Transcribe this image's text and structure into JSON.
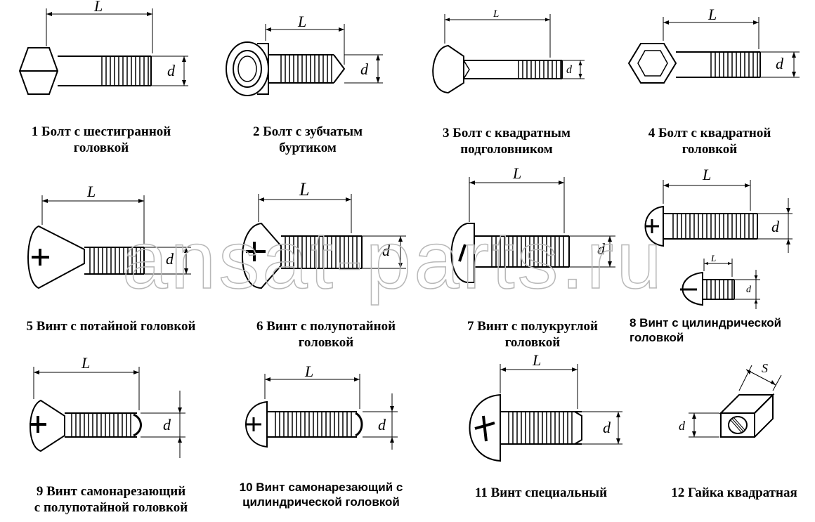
{
  "watermark": "ansat-parts.ru",
  "items": [
    {
      "id": 1,
      "line1": "1 Болт с шестигранной",
      "line2": "головкой",
      "dim_len": "L",
      "dim_dia": "d"
    },
    {
      "id": 2,
      "line1": "2 Болт с зубчатым",
      "line2": "буртиком",
      "dim_len": "L",
      "dim_dia": "d"
    },
    {
      "id": 3,
      "line1": "3 Болт с квадратным",
      "line2": "подголовником",
      "dim_len": "L",
      "dim_dia": "d"
    },
    {
      "id": 4,
      "line1": "4 Болт с квадратной",
      "line2": "головкой",
      "dim_len": "L",
      "dim_dia": "d"
    },
    {
      "id": 5,
      "line1": "5 Винт с потайной головкой",
      "line2": "",
      "dim_len": "L",
      "dim_dia": "d"
    },
    {
      "id": 6,
      "line1": "6 Винт с полупотайной",
      "line2": "головкой",
      "dim_len": "L",
      "dim_dia": "d"
    },
    {
      "id": 7,
      "line1": "7 Винт с полукруглой",
      "line2": "головкой",
      "dim_len": "L",
      "dim_dia": "d"
    },
    {
      "id": 8,
      "line1": "8 Винт с цилиндрической",
      "line2": "головкой",
      "dim_len": "L",
      "dim_dia": "d"
    },
    {
      "id": 9,
      "line1": "9 Винт самонарезающий",
      "line2": "с полупотайной головкой",
      "dim_len": "L",
      "dim_dia": "d"
    },
    {
      "id": 10,
      "line1": "10 Винт самонарезающий с",
      "line2": "цилиндрической головкой",
      "dim_len": "L",
      "dim_dia": "d"
    },
    {
      "id": 11,
      "line1": "11 Винт специальный",
      "line2": "",
      "dim_len": "L",
      "dim_dia": "d"
    },
    {
      "id": 12,
      "line1": "12 Гайка квадратная",
      "line2": "",
      "dim_len": "S",
      "dim_dia": "d"
    }
  ]
}
